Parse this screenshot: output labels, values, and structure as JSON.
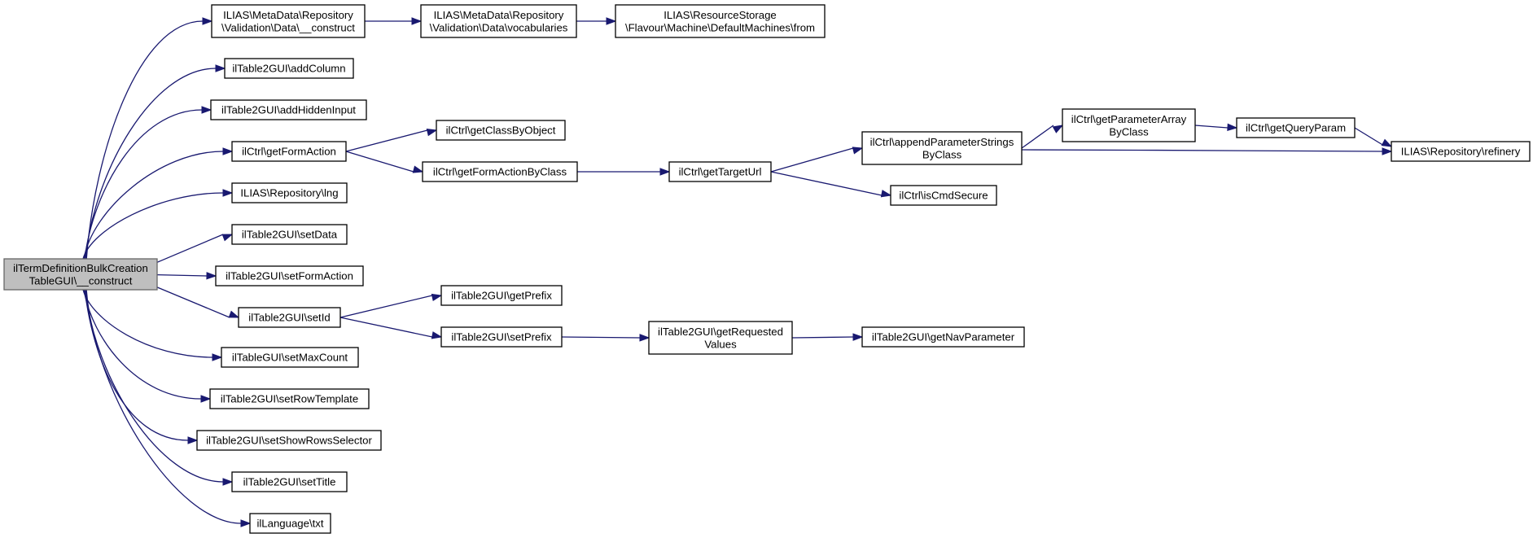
{
  "colors": {
    "edge": "#191970",
    "root_fill": "#bfbfbf",
    "node_fill": "#ffffff"
  },
  "nodes": [
    {
      "id": "root",
      "lines": [
        "ilTermDefinitionBulkCreation",
        "TableGUI\\__construct"
      ],
      "root": true
    },
    {
      "id": "n1",
      "lines": [
        "ILIAS\\MetaData\\Repository",
        "\\Validation\\Data\\__construct"
      ]
    },
    {
      "id": "n2",
      "lines": [
        "ILIAS\\MetaData\\Repository",
        "\\Validation\\Data\\vocabularies"
      ]
    },
    {
      "id": "n3",
      "lines": [
        "ILIAS\\ResourceStorage",
        "\\Flavour\\Machine\\DefaultMachines\\from"
      ]
    },
    {
      "id": "n4",
      "lines": [
        "ilTable2GUI\\addColumn"
      ]
    },
    {
      "id": "n5",
      "lines": [
        "ilTable2GUI\\addHiddenInput"
      ]
    },
    {
      "id": "n6",
      "lines": [
        "ilCtrl\\getFormAction"
      ]
    },
    {
      "id": "n7",
      "lines": [
        "ilCtrl\\getClassByObject"
      ]
    },
    {
      "id": "n8",
      "lines": [
        "ilCtrl\\getFormActionByClass"
      ]
    },
    {
      "id": "n9",
      "lines": [
        "ilCtrl\\getTargetUrl"
      ]
    },
    {
      "id": "n10",
      "lines": [
        "ilCtrl\\appendParameterStrings",
        "ByClass"
      ]
    },
    {
      "id": "n11",
      "lines": [
        "ilCtrl\\getParameterArray",
        "ByClass"
      ]
    },
    {
      "id": "n12",
      "lines": [
        "ilCtrl\\getQueryParam"
      ]
    },
    {
      "id": "n13",
      "lines": [
        "ILIAS\\Repository\\refinery"
      ]
    },
    {
      "id": "n14",
      "lines": [
        "ilCtrl\\isCmdSecure"
      ]
    },
    {
      "id": "n15",
      "lines": [
        "ILIAS\\Repository\\lng"
      ]
    },
    {
      "id": "n16",
      "lines": [
        "ilTable2GUI\\setData"
      ]
    },
    {
      "id": "n17",
      "lines": [
        "ilTable2GUI\\setFormAction"
      ]
    },
    {
      "id": "n18",
      "lines": [
        "ilTable2GUI\\setId"
      ]
    },
    {
      "id": "n19",
      "lines": [
        "ilTable2GUI\\getPrefix"
      ]
    },
    {
      "id": "n20",
      "lines": [
        "ilTable2GUI\\setPrefix"
      ]
    },
    {
      "id": "n21",
      "lines": [
        "ilTable2GUI\\getRequested",
        "Values"
      ]
    },
    {
      "id": "n22",
      "lines": [
        "ilTable2GUI\\getNavParameter"
      ]
    },
    {
      "id": "n23",
      "lines": [
        "ilTableGUI\\setMaxCount"
      ]
    },
    {
      "id": "n24",
      "lines": [
        "ilTable2GUI\\setRowTemplate"
      ]
    },
    {
      "id": "n25",
      "lines": [
        "ilTable2GUI\\setShowRowsSelector"
      ]
    },
    {
      "id": "n26",
      "lines": [
        "ilTable2GUI\\setTitle"
      ]
    },
    {
      "id": "n27",
      "lines": [
        "ilLanguage\\txt"
      ]
    }
  ],
  "edges": [
    [
      "root",
      "n1"
    ],
    [
      "root",
      "n4"
    ],
    [
      "root",
      "n5"
    ],
    [
      "root",
      "n6"
    ],
    [
      "root",
      "n15"
    ],
    [
      "root",
      "n16"
    ],
    [
      "root",
      "n17"
    ],
    [
      "root",
      "n18"
    ],
    [
      "root",
      "n23"
    ],
    [
      "root",
      "n24"
    ],
    [
      "root",
      "n25"
    ],
    [
      "root",
      "n26"
    ],
    [
      "root",
      "n27"
    ],
    [
      "n1",
      "n2"
    ],
    [
      "n2",
      "n3"
    ],
    [
      "n6",
      "n7"
    ],
    [
      "n6",
      "n8"
    ],
    [
      "n8",
      "n9"
    ],
    [
      "n9",
      "n10"
    ],
    [
      "n9",
      "n14"
    ],
    [
      "n10",
      "n11"
    ],
    [
      "n10",
      "n13"
    ],
    [
      "n11",
      "n12"
    ],
    [
      "n12",
      "n13"
    ],
    [
      "n18",
      "n19"
    ],
    [
      "n18",
      "n20"
    ],
    [
      "n20",
      "n21"
    ],
    [
      "n21",
      "n22"
    ]
  ]
}
